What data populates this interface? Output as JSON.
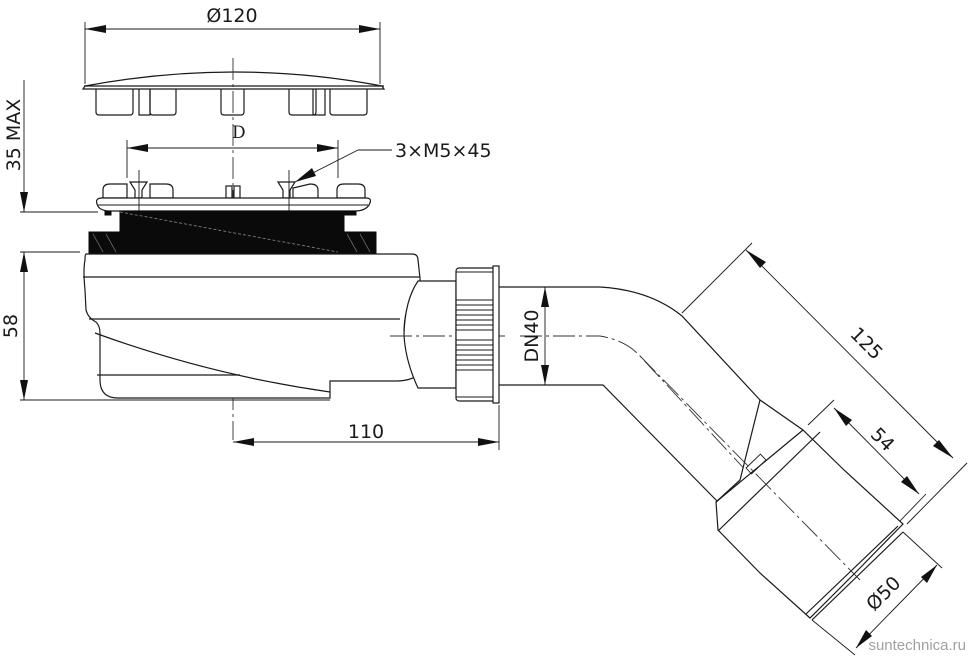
{
  "diagram": {
    "title": "Shower drain siphon dimensional drawing",
    "dimensions": {
      "cover_diameter": "Ø120",
      "bolt_circle": "D",
      "screws": "3×M5×45",
      "height_adjust": "35 MAX",
      "body_height": "58",
      "outlet_offset": "110",
      "outlet_nominal": "DN40",
      "elbow_length": "125",
      "socket_length": "54",
      "outlet_diameter": "Ø50"
    },
    "components": [
      "cover-plate",
      "flange-with-screws",
      "sealing-gasket",
      "siphon-body",
      "union-nut",
      "elbow-outlet-pipe",
      "outlet-socket"
    ],
    "colors": {
      "line": "#1a1a1a",
      "gasket": "#0a0a0a",
      "watermark": "#a0a0a0"
    }
  },
  "watermark": "suntechnica.ru"
}
